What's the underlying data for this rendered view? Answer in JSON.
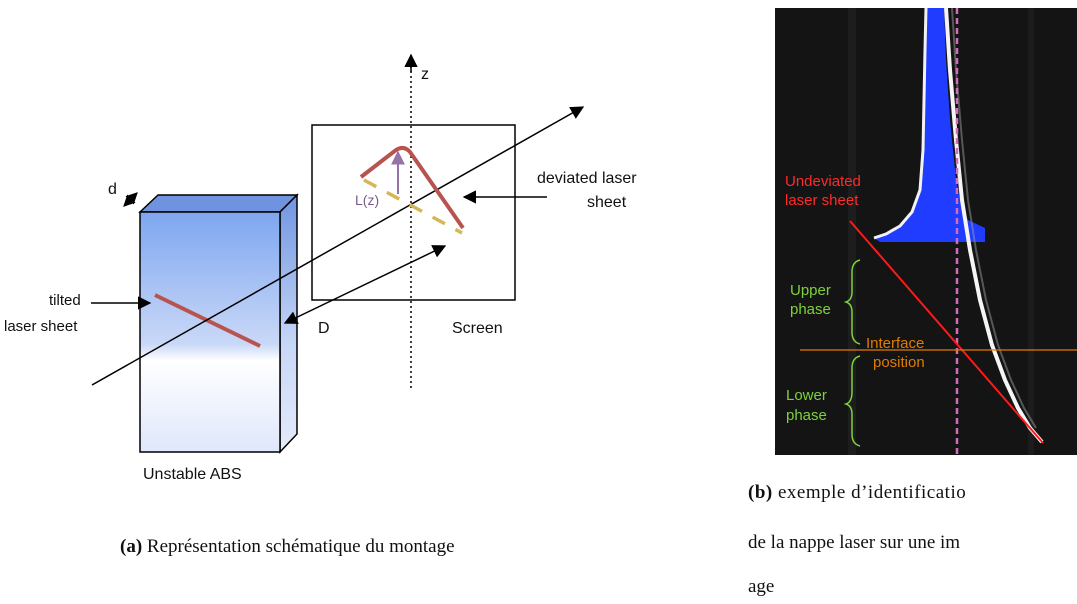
{
  "figure_a": {
    "z_axis": "z",
    "d_label": "d",
    "Lz_label": "L(z)",
    "deviated_label_line1": "deviated laser",
    "deviated_label_line2": "sheet",
    "tilted_label_line1": "tilted",
    "tilted_label_line2": "laser sheet",
    "D_label": "D",
    "screen_label": "Screen",
    "abs_label": "Unstable ABS",
    "caption_bold": "(a)",
    "caption_text": " Représentation schématique du montage"
  },
  "figure_b": {
    "undeviated_line1": "Undeviated",
    "undeviated_line2": "laser sheet",
    "upper_line1": "Upper",
    "upper_line2": "phase",
    "interface_line1": "Interface",
    "interface_line2": "position",
    "lower_line1": "Lower",
    "lower_line2": "phase",
    "caption_bold": "(b)",
    "caption_line1": " exemple d’identificatio",
    "caption_line2": "de la nappe laser sur une im",
    "caption_line3": "age"
  },
  "colors": {
    "laser_red": "#b85450",
    "dashed_yellow": "#d6b656",
    "arrow_purple": "#9673a6",
    "abs_blue": "#7ea6f0",
    "undeviated_red": "#ff1a1a",
    "phase_green": "#7fd13b",
    "interface_orange": "#e07b00",
    "fill_blue": "#1f3cff"
  }
}
